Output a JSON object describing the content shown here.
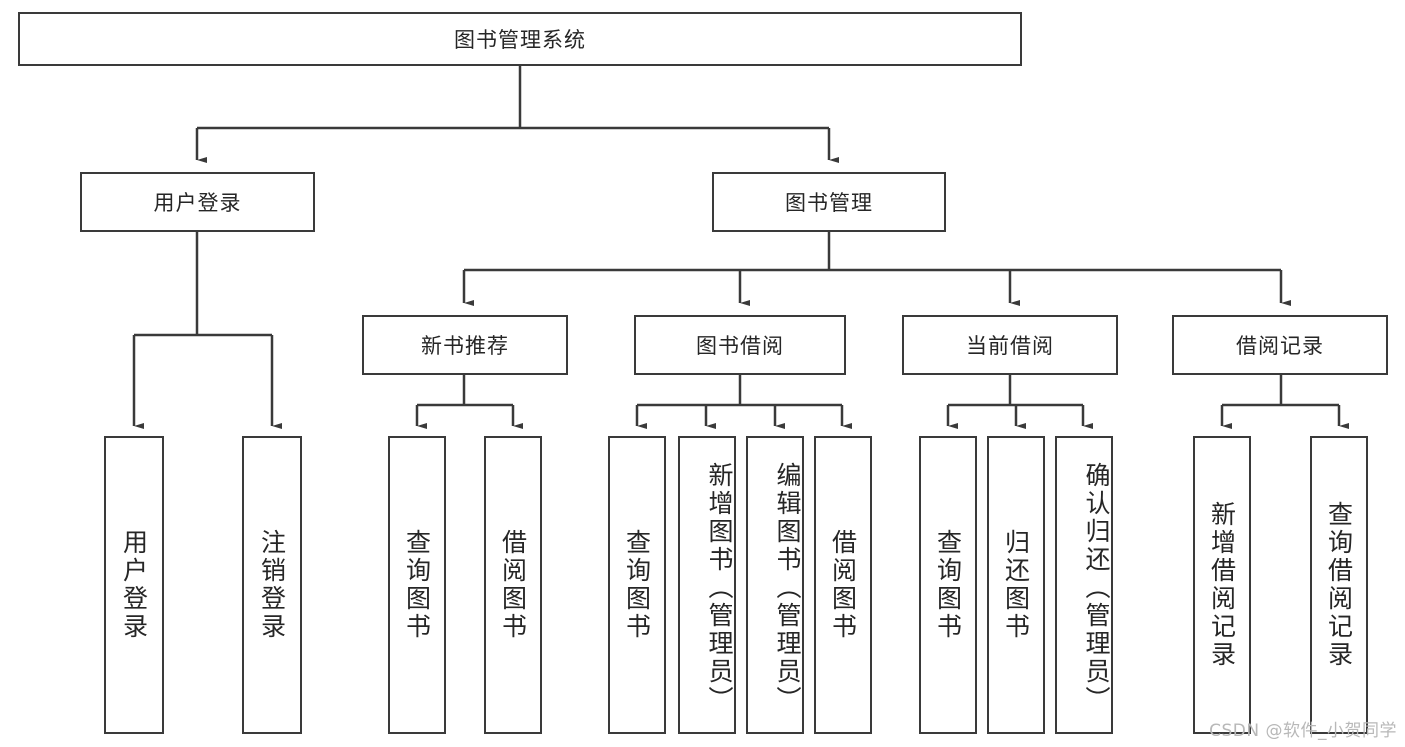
{
  "diagram": {
    "title": "图书管理系统",
    "type": "hierarchy-tree",
    "levels": 4,
    "colors": {
      "box_border": "#3a3a3a",
      "box_fill": "#ffffff",
      "connector": "#3a3a3a",
      "text": "#262626",
      "watermark": "#b8b8b8"
    },
    "nodes": {
      "root": {
        "label": "图书管理系统"
      },
      "level2": [
        {
          "label": "用户登录"
        },
        {
          "label": "图书管理"
        }
      ],
      "level3": [
        {
          "label": "新书推荐"
        },
        {
          "label": "图书借阅"
        },
        {
          "label": "当前借阅"
        },
        {
          "label": "借阅记录"
        }
      ],
      "leaves_user_login": [
        {
          "label": "用户登录"
        },
        {
          "label": "注销登录"
        }
      ],
      "leaves_new_book": [
        {
          "label": "查询图书"
        },
        {
          "label": "借阅图书"
        }
      ],
      "leaves_borrow": [
        {
          "label": "查询图书"
        },
        {
          "label": "新增图书（管理员）"
        },
        {
          "label": "编辑图书（管理员）"
        },
        {
          "label": "借阅图书"
        }
      ],
      "leaves_current": [
        {
          "label": "查询图书"
        },
        {
          "label": "归还图书"
        },
        {
          "label": "确认归还（管理员）"
        }
      ],
      "leaves_records": [
        {
          "label": "新增借阅记录"
        },
        {
          "label": "查询借阅记录"
        }
      ]
    },
    "watermark": "CSDN @软件_小贺同学"
  }
}
